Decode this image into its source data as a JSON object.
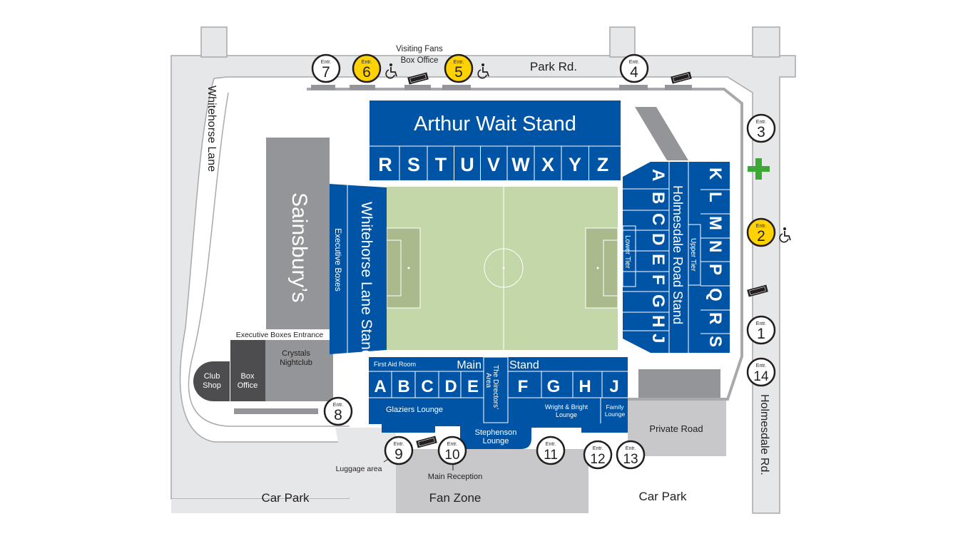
{
  "colors": {
    "stand": "#0054a6",
    "pitch": "#c4d7a8",
    "pitch_box": "#a9bb8c",
    "building": "#939598",
    "dark_building": "#4d4d4f",
    "road": "#e6e7e8",
    "highlight_entrance": "#ffd200",
    "first_aid": "#3aa935"
  },
  "roads": {
    "park": "Park Rd.",
    "whitehorse": "Whitehorse Lane",
    "holmesdale": "Holmesdale Rd.",
    "private": "Private Road"
  },
  "areas": {
    "car_park_left": "Car Park",
    "car_park_right": "Car Park",
    "fan_zone": "Fan Zone",
    "luggage": "Luggage area",
    "main_reception": "Main Reception",
    "visiting_fans_1": "Visiting Fans",
    "visiting_fans_2": "Box Office"
  },
  "buildings": {
    "sainsburys": "Sainsbury’s",
    "exec_entrance": "Executive Boxes Entrance",
    "crystals_1": "Crystals",
    "crystals_2": "Nightclub",
    "club_shop_1": "Club",
    "club_shop_2": "Shop",
    "box_office_1": "Box",
    "box_office_2": "Office"
  },
  "stands": {
    "arthur_wait": {
      "name": "Arthur Wait Stand",
      "blocks": [
        "R",
        "S",
        "T",
        "U",
        "V",
        "W",
        "X",
        "Y",
        "Z"
      ]
    },
    "whitehorse": {
      "name": "Whitehorse Lane Stand",
      "exec": "Executive Boxes"
    },
    "holmesdale": {
      "name": "Holmesdale Road Stand",
      "lower": "Lower Tier",
      "upper": "Upper Tier",
      "lower_blocks": [
        "A",
        "B",
        "C",
        "D",
        "E",
        "F",
        "G",
        "H",
        "J"
      ],
      "upper_blocks": [
        "K",
        "L",
        "M",
        "N",
        "P",
        "Q",
        "R",
        "S"
      ]
    },
    "main": {
      "name_1": "Main",
      "name_2": "Stand",
      "first_aid": "First Aid Room",
      "blocks": [
        "A",
        "B",
        "C",
        "D",
        "E",
        "F",
        "G",
        "H",
        "J"
      ],
      "directors_1": "The Directors’",
      "directors_2": "Area",
      "glaziers": "Glaziers Lounge",
      "stephenson_1": "Stephenson",
      "stephenson_2": "Lounge",
      "wright_1": "Wright & Bright",
      "wright_2": "Lounge",
      "family_1": "Family",
      "family_2": "Lounge"
    }
  },
  "entrance_label": "Entr.",
  "entrances": [
    {
      "num": "7",
      "accessible": false,
      "highlight": false
    },
    {
      "num": "6",
      "accessible": true,
      "highlight": true
    },
    {
      "num": "5",
      "accessible": true,
      "highlight": true
    },
    {
      "num": "4",
      "accessible": false,
      "highlight": false
    },
    {
      "num": "3",
      "accessible": false,
      "highlight": false
    },
    {
      "num": "2",
      "accessible": true,
      "highlight": true
    },
    {
      "num": "1",
      "accessible": false,
      "highlight": false
    },
    {
      "num": "14",
      "accessible": false,
      "highlight": false
    },
    {
      "num": "8",
      "accessible": false,
      "highlight": false
    },
    {
      "num": "9",
      "accessible": false,
      "highlight": false
    },
    {
      "num": "10",
      "accessible": false,
      "highlight": false
    },
    {
      "num": "11",
      "accessible": false,
      "highlight": false
    },
    {
      "num": "12",
      "accessible": false,
      "highlight": false
    },
    {
      "num": "13",
      "accessible": false,
      "highlight": false
    }
  ]
}
